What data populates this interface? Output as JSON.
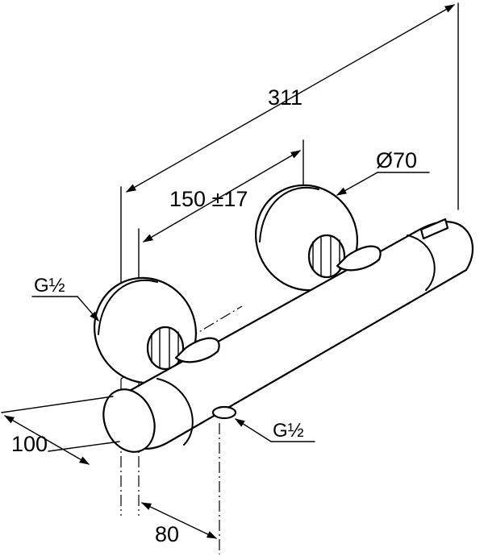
{
  "dimensions": {
    "overall_length": "311",
    "inlet_spacing": "150 ±17",
    "rosette_diameter": "Ø70",
    "depth": "100",
    "outlet_offset": "80"
  },
  "labels": {
    "inlet_left": "G½",
    "outlet_bottom": "G½"
  }
}
